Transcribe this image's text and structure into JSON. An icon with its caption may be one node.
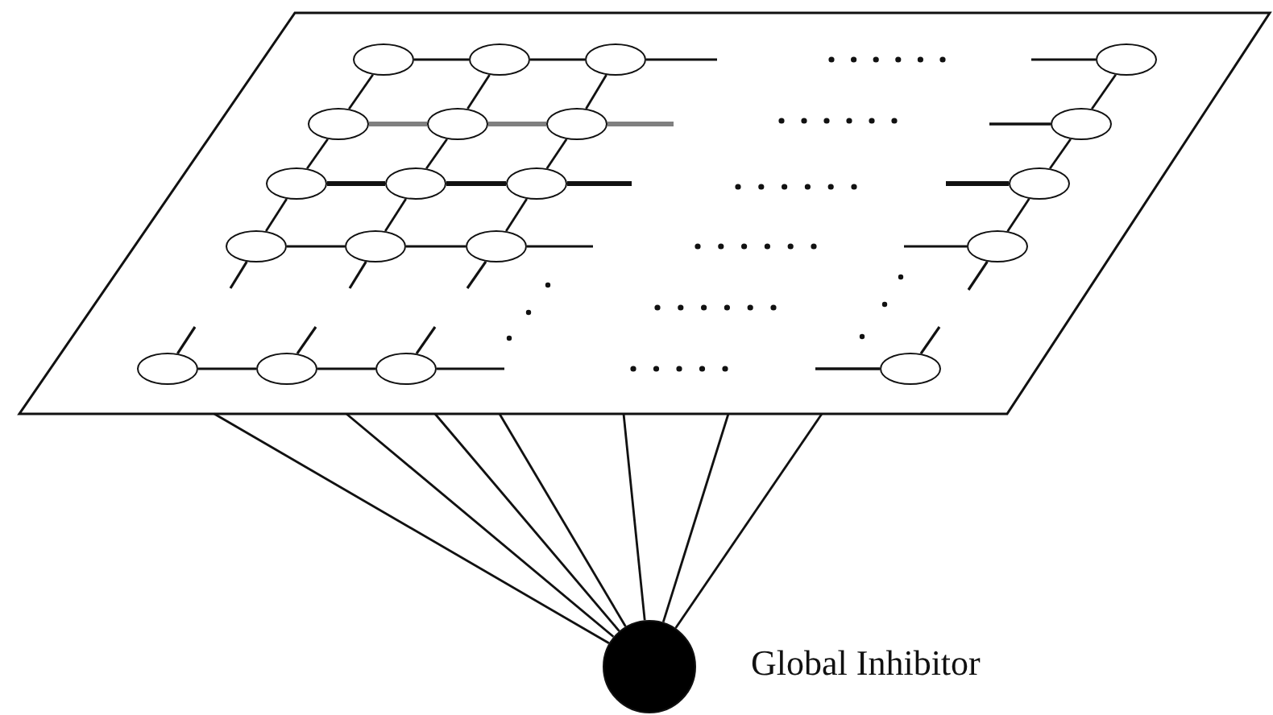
{
  "diagram": {
    "nodes": [
      {
        "text": [],
        "shape": "parallelogram"
      },
      {
        "text": [],
        "shape": "ellipse",
        "in": 0
      },
      {
        "text": [],
        "shape": "ellipse",
        "in": 0
      },
      {
        "text": [],
        "shape": "ellipse",
        "in": 0
      },
      {
        "text": [],
        "shape": "ellipse",
        "in": 0
      },
      {
        "text": [],
        "shape": "ellipse",
        "in": 0
      },
      {
        "text": [],
        "shape": "ellipse",
        "in": 0
      },
      {
        "text": [],
        "shape": "ellipse",
        "in": 0
      },
      {
        "text": [],
        "shape": "ellipse",
        "in": 0
      },
      {
        "text": [],
        "shape": "ellipse",
        "in": 0
      },
      {
        "text": [],
        "shape": "ellipse",
        "in": 0
      },
      {
        "text": [],
        "shape": "ellipse",
        "in": 0
      },
      {
        "text": [],
        "shape": "ellipse",
        "in": 0
      },
      {
        "text": [],
        "shape": "ellipse",
        "in": 0
      },
      {
        "text": [],
        "shape": "ellipse",
        "in": 0
      },
      {
        "text": [],
        "shape": "ellipse",
        "in": 0
      },
      {
        "text": [],
        "shape": "ellipse",
        "in": 0
      },
      {
        "text": [],
        "shape": "ellipse",
        "in": 0
      },
      {
        "text": [],
        "shape": "ellipse",
        "in": 0
      },
      {
        "text": [],
        "shape": "ellipse",
        "in": 0
      },
      {
        "text": [],
        "shape": "ellipse",
        "in": 0
      },
      {
        "text": [],
        "shape": "circle",
        "beside": [
          "Global Inhibitor"
        ]
      }
    ],
    "edges": [
      {
        "from": 1,
        "to": 2,
        "arrow": "none"
      },
      {
        "from": 2,
        "to": 3,
        "arrow": "none"
      },
      {
        "from": 5,
        "to": 6,
        "arrow": "none",
        "style": "thick",
        "color": "#808080"
      },
      {
        "from": 6,
        "to": 7,
        "arrow": "none",
        "style": "thick",
        "color": "#808080"
      },
      {
        "from": 9,
        "to": 10,
        "arrow": "none",
        "style": "thick"
      },
      {
        "from": 10,
        "to": 11,
        "arrow": "none",
        "style": "thick"
      },
      {
        "from": 13,
        "to": 14,
        "arrow": "none"
      },
      {
        "from": 14,
        "to": 15,
        "arrow": "none"
      },
      {
        "from": 17,
        "to": 18,
        "arrow": "none"
      },
      {
        "from": 18,
        "to": 19,
        "arrow": "none"
      },
      {
        "from": 1,
        "to": 5,
        "arrow": "none"
      },
      {
        "from": 5,
        "to": 9,
        "arrow": "none"
      },
      {
        "from": 9,
        "to": 13,
        "arrow": "none"
      },
      {
        "from": 2,
        "to": 6,
        "arrow": "none"
      },
      {
        "from": 6,
        "to": 10,
        "arrow": "none"
      },
      {
        "from": 10,
        "to": 14,
        "arrow": "none"
      },
      {
        "from": 3,
        "to": 7,
        "arrow": "none"
      },
      {
        "from": 7,
        "to": 11,
        "arrow": "none"
      },
      {
        "from": 11,
        "to": 15,
        "arrow": "none"
      },
      {
        "from": 4,
        "to": 8,
        "arrow": "none"
      },
      {
        "from": 8,
        "to": 12,
        "arrow": "none"
      },
      {
        "from": 12,
        "to": 16,
        "arrow": "none"
      },
      {
        "from": 21,
        "to": 0,
        "arrow": "none"
      },
      {
        "from": 21,
        "to": 0,
        "arrow": "none"
      },
      {
        "from": 21,
        "to": 0,
        "arrow": "none"
      },
      {
        "from": 21,
        "to": 0,
        "arrow": "none"
      },
      {
        "from": 21,
        "to": 0,
        "arrow": "none"
      },
      {
        "from": 21,
        "to": 0,
        "arrow": "none"
      },
      {
        "from": 21,
        "to": 0,
        "arrow": "none"
      }
    ]
  }
}
